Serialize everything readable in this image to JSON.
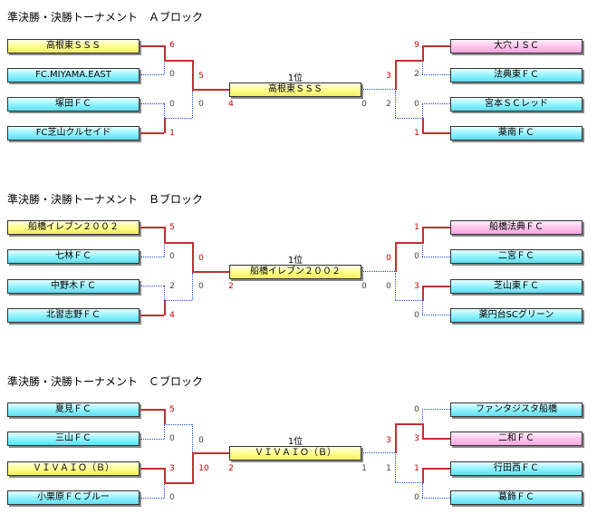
{
  "blocks": [
    {
      "title": "準決勝・決勝トーナメント　Ａブロック",
      "rank_label": "1位",
      "champion": "高根東ＳＳＳ",
      "left_teams": [
        "高根東ＳＳＳ",
        "FC.MIYAMA.EAST",
        "塚田ＦＣ",
        "FC芝山クルセイド"
      ],
      "right_teams": [
        "大穴ＪＳＣ",
        "法典東ＦＣ",
        "宮本ＳＣレッド",
        "薬南ＦＣ"
      ],
      "left_r1_scores": [
        "6",
        "0",
        "0",
        "1"
      ],
      "left_semi_scores": [
        "5",
        "0"
      ],
      "right_r1_scores": [
        "9",
        "2",
        "0",
        "1"
      ],
      "right_semi_scores": [
        "3",
        "2"
      ],
      "final_scores": [
        "4",
        "0"
      ]
    },
    {
      "title": "準決勝・決勝トーナメント　Ｂブロック",
      "rank_label": "1位",
      "champion": "船橋イレブン２００２",
      "left_teams": [
        "船橋イレブン２００２",
        "七林ＦＣ",
        "中野木ＦＣ",
        "北習志野ＦＣ"
      ],
      "right_teams": [
        "船橋法典ＦＣ",
        "二宮ＦＣ",
        "芝山東ＦＣ",
        "薬円台SCグリーン"
      ],
      "left_r1_scores": [
        "5",
        "0",
        "2",
        "4"
      ],
      "left_semi_scores": [
        "0",
        "0"
      ],
      "right_r1_scores": [
        "1",
        "0",
        "3",
        "0"
      ],
      "right_semi_scores": [
        "0",
        "0"
      ],
      "final_scores": [
        "2",
        "0"
      ]
    },
    {
      "title": "準決勝・決勝トーナメント　Ｃブロック",
      "rank_label": "1位",
      "champion": "ＶＩＶＡＩＯ（Ｂ）",
      "left_teams": [
        "夏見ＦＣ",
        "三山ＦＣ",
        "ＶＩＶＡＩＯ（Ｂ）",
        "小栗原ＦＣブルー"
      ],
      "right_teams": [
        "ファンタジスタ船橋",
        "二和ＦＣ",
        "行田西ＦＣ",
        "葛飾ＦＣ"
      ],
      "left_r1_scores": [
        "5",
        "0",
        "3",
        "0"
      ],
      "left_semi_scores": [
        "0",
        "10"
      ],
      "right_r1_scores": [
        "0",
        "3",
        "1",
        "0"
      ],
      "right_semi_scores": [
        "3",
        "1"
      ],
      "final_scores": [
        "2",
        "1"
      ]
    }
  ],
  "colors": {
    "winner_line": "#c03030",
    "loser_line": "#1a4bd6",
    "winner_score": "#cc0000",
    "team_yellow": "#ffff88",
    "team_cyan": "#8cf2ff",
    "team_pink": "#ffc2ec"
  }
}
